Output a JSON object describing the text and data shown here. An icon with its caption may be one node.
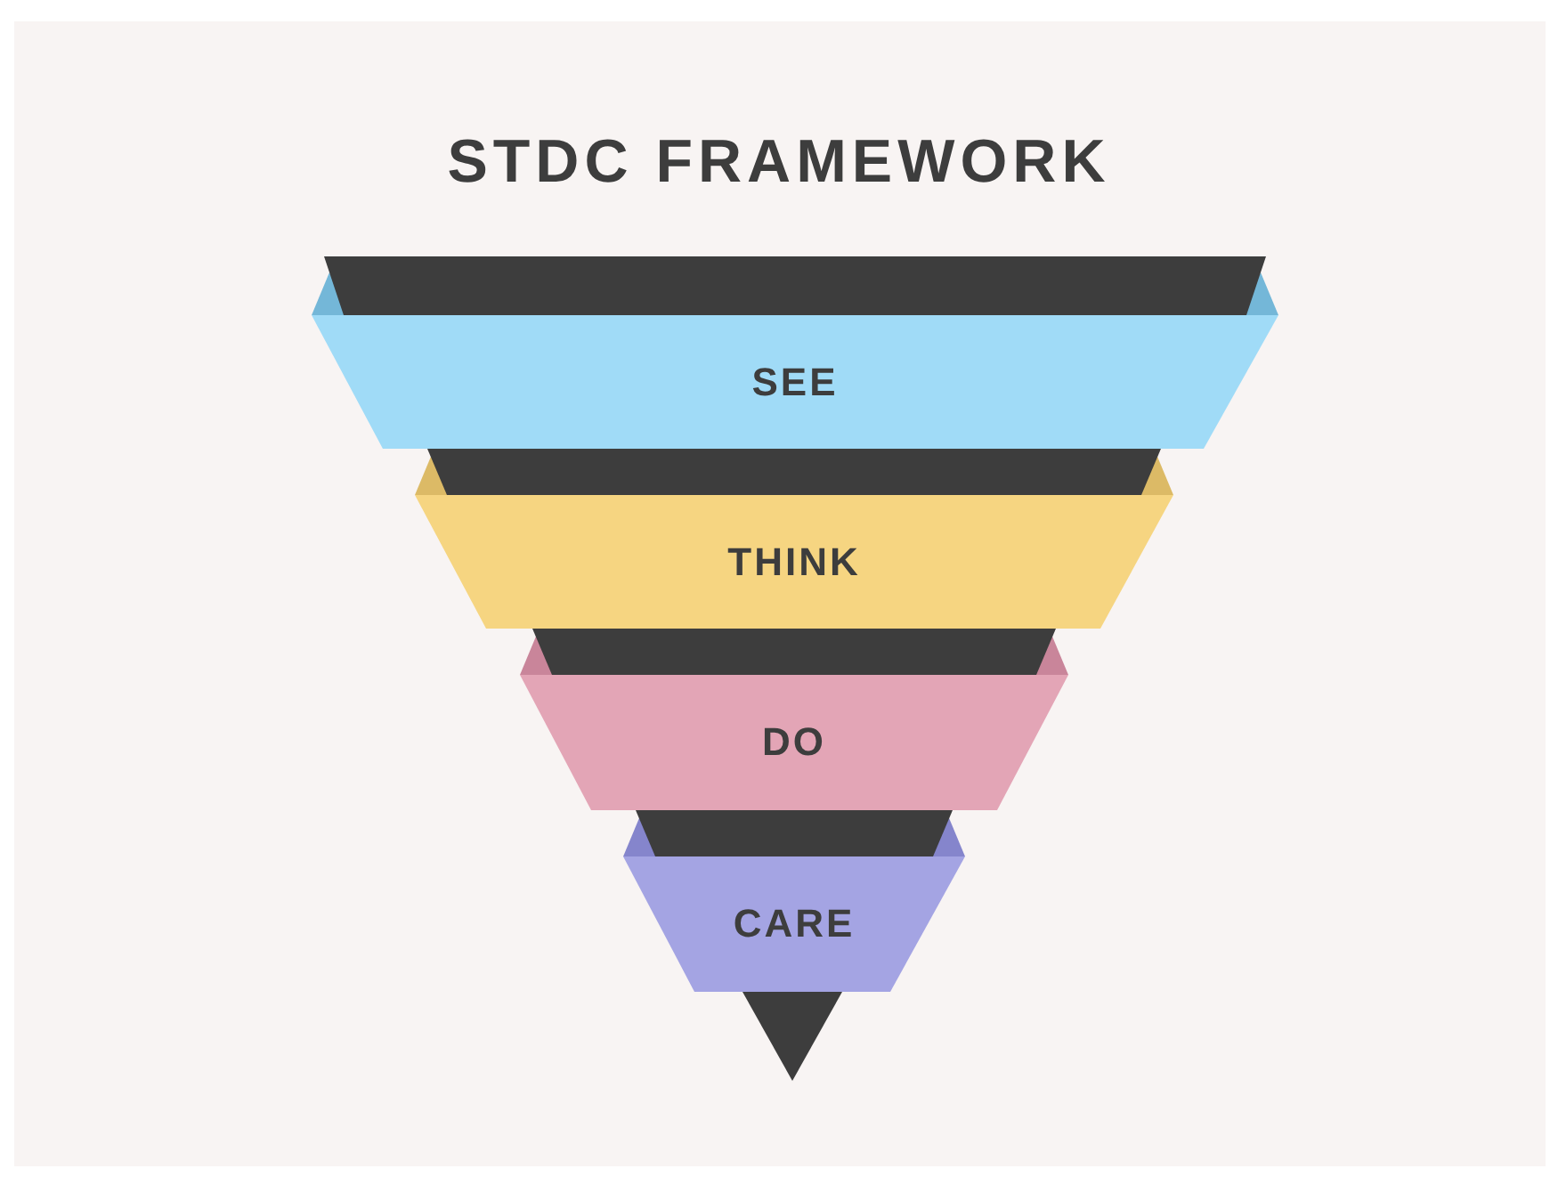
{
  "diagram": {
    "title": "STDC FRAMEWORK",
    "nodes": [
      {
        "text": [
          "SEE"
        ]
      },
      {
        "text": [
          "THINK"
        ]
      },
      {
        "text": [
          "DO"
        ]
      },
      {
        "text": [
          "CARE"
        ]
      }
    ],
    "edges": []
  }
}
